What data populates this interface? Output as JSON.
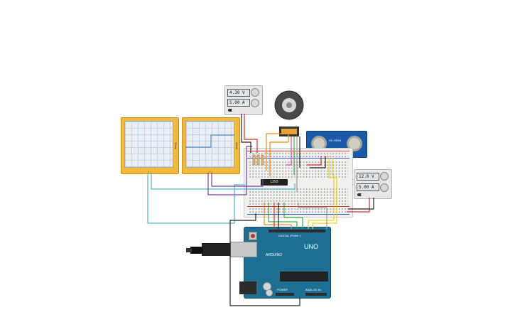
{
  "psu_top": {
    "voltage": "4.30 V",
    "current": "5.00 A"
  },
  "psu_right": {
    "voltage": "12.0 V",
    "current": "5.00 A"
  },
  "breadboard": {
    "chip_label": "L293"
  },
  "sensor": {
    "label": "HC-SR04"
  },
  "arduino": {
    "brand": "ARDUINO",
    "model": "UNO",
    "digital_label": "DIGITAL (PWM~)",
    "power_label": "POWER",
    "analog_label": "ANALOG IN"
  },
  "colors": {
    "scope": "#f2b93b",
    "arduino": "#1d6f94",
    "sensor": "#1b5aa8",
    "wire_orange": "#f08a1c",
    "wire_green": "#3fae3f",
    "wire_teal": "#4db6c6",
    "wire_purple": "#7a3fa0",
    "wire_pink": "#e0509a",
    "wire_yellow": "#f0d21c",
    "wire_red": "#d32f2f",
    "wire_black": "#222222",
    "wire_gray": "#9a9a9a"
  }
}
